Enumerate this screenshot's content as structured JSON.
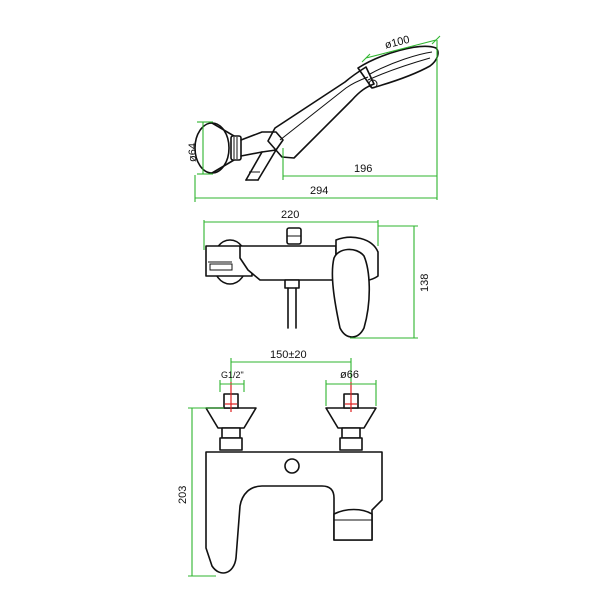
{
  "dimensions": {
    "head_diameter": "ø100",
    "holder_diameter": "ø64",
    "hand_shower_length": "196",
    "overall_length": "294",
    "body_width": "220",
    "body_height": "138",
    "center_distance": "150±20",
    "connection_thread": "G1/2\"",
    "escutcheon_diameter": "ø66",
    "total_height": "203"
  },
  "colors": {
    "dimension_lines": "#2fb52f",
    "center_marks": "#e02020",
    "outline": "#111111"
  }
}
